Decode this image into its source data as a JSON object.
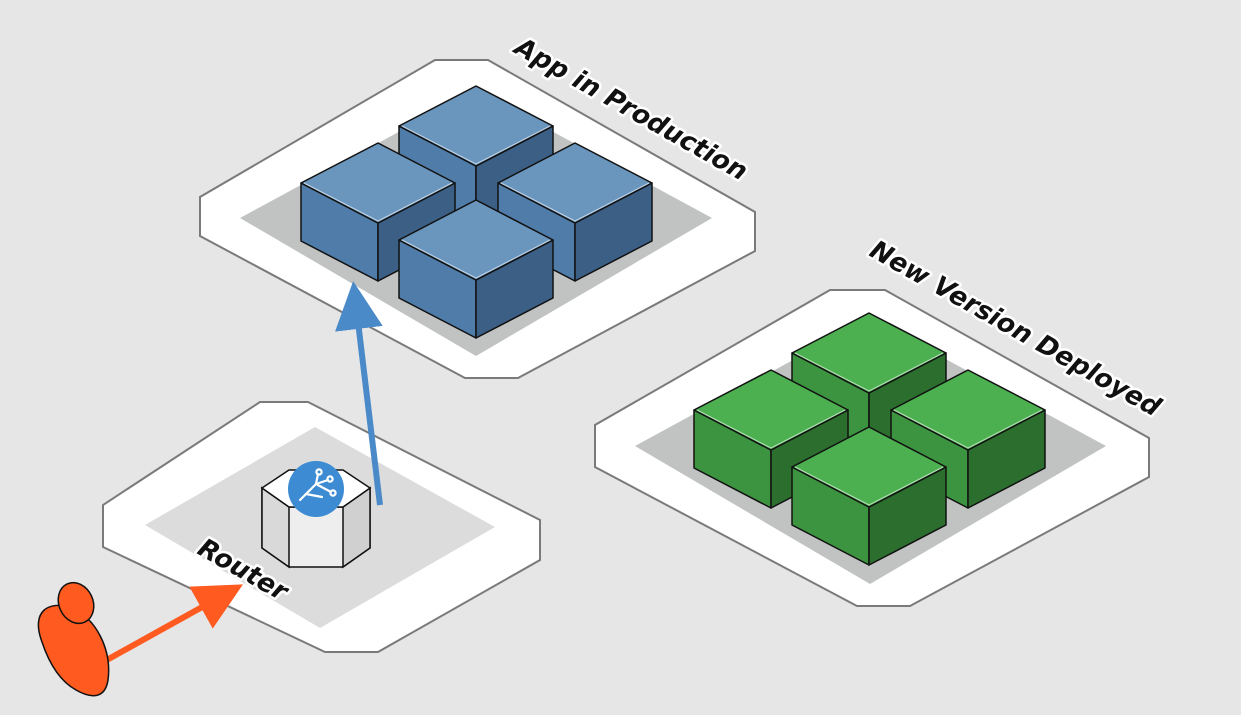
{
  "labels": {
    "production": "App in Production",
    "new_version": "New Version Deployed",
    "router": "Router"
  },
  "colors": {
    "background": "#e6e6e6",
    "platform_fill": "#ffffff",
    "platform_stroke": "#7a7a7a",
    "platform_inner": "#c1c2c2",
    "router_inner": "#dcdcdc",
    "production_top": "#6a95bd",
    "production_left": "#4f7ca8",
    "production_right": "#3c5f85",
    "new_top": "#4caf50",
    "new_left": "#3d9440",
    "new_right": "#2b6e2e",
    "traffic_arrow": "#4a8ac9",
    "user_arrow": "#ff5a1f",
    "user": "#ff5a1f",
    "router_badge": "#3d8bd3"
  },
  "icons": {
    "router": "router-icon",
    "user": "user-icon"
  }
}
